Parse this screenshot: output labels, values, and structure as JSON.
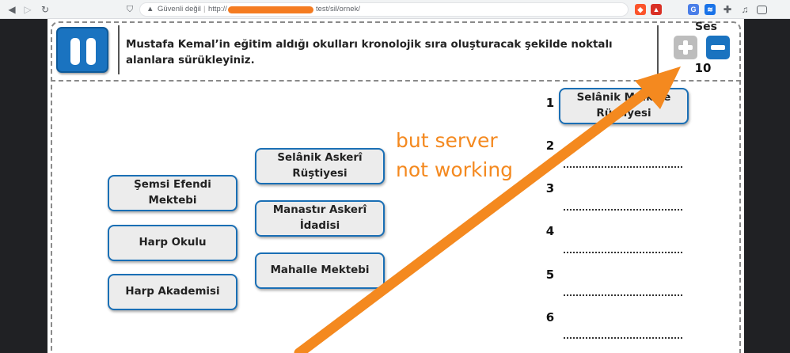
{
  "browser": {
    "security_label": "Güvenli değil",
    "url_prefix": "http://",
    "url_suffix": "test/sil/ornek/"
  },
  "header": {
    "instruction": "Mustafa Kemal’in eğitim aldığı okulları kronolojik sıra oluşturacak şekilde noktalı alanlara sürükleyiniz.",
    "sound_label": "Ses",
    "volume": "10"
  },
  "cards": [
    "Şemsi Efendi Mektebi",
    "Harp Okulu",
    "Harp Akademisi",
    "Selânik Askerî Rüştiyesi",
    "Manastır Askerî İdadisi",
    "Mahalle Mektebi"
  ],
  "placed_card": "Selânik Mülkiye Rüştiyesi",
  "slots": [
    "1",
    "2",
    "3",
    "4",
    "5",
    "6"
  ],
  "annotation": {
    "line1": "but server",
    "line2": "not working",
    "color": "#f4891f"
  }
}
